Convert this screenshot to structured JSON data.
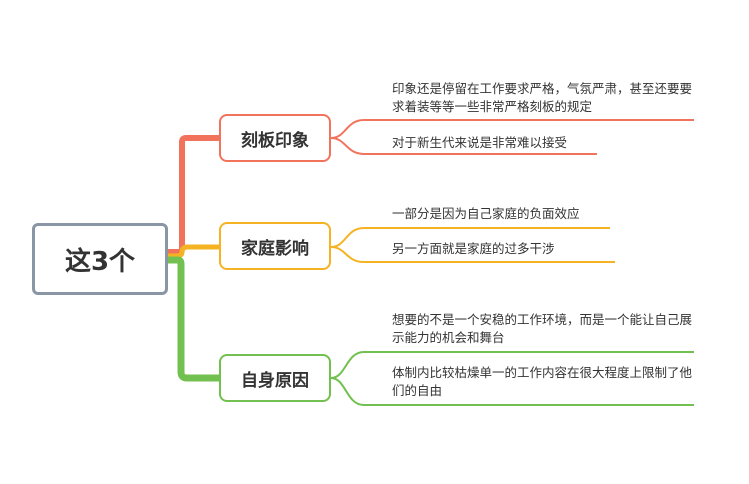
{
  "root": {
    "label": "这3个"
  },
  "branches": [
    {
      "label": "刻板印象",
      "color": "#f2735c",
      "leaves": [
        {
          "text": "印象还是停留在工作要求严格，气氛严肃，甚至还要要求着装等等一些非常严格刻板的规定"
        },
        {
          "text": "对于新生代来说是非常难以接受"
        }
      ]
    },
    {
      "label": "家庭影响",
      "color": "#f5b324",
      "leaves": [
        {
          "text": "一部分是因为自己家庭的负面效应"
        },
        {
          "text": "另一方面就是家庭的过多干涉"
        }
      ]
    },
    {
      "label": "自身原因",
      "color": "#72c04f",
      "leaves": [
        {
          "text": "想要的不是一个安稳的工作环境，而是一个能让自己展示能力的机会和舞台"
        },
        {
          "text": "体制内比较枯燥单一的工作内容在很大程度上限制了他们的自由"
        }
      ]
    }
  ]
}
